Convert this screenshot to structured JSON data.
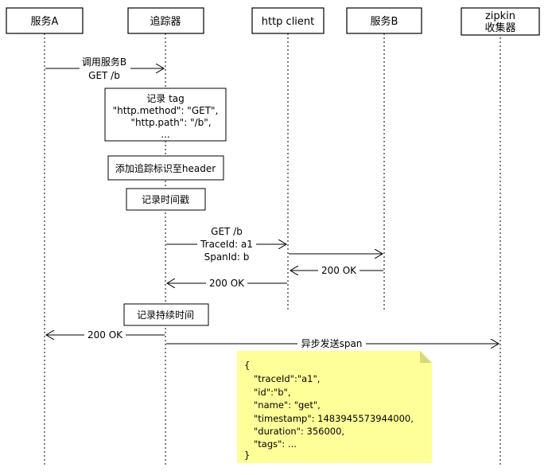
{
  "actors": {
    "service_a": "服务A",
    "tracer": "追踪器",
    "http_client": "http client",
    "service_b": "服务B",
    "zipkin_line1": "zipkin",
    "zipkin_line2": "收集器"
  },
  "messages": {
    "call_b_line1": "调用服务B",
    "call_b_line2": "GET /b",
    "http_req_line1": "GET /b",
    "http_req_line2": "TraceId: a1",
    "http_req_line3": "SpanId: b",
    "service_b_ok": "200 OK",
    "client_ok": "200 OK",
    "tracer_ok": "200 OK",
    "async_send": "异步发送span"
  },
  "notes": {
    "record_tag_line1": "记录 tag",
    "record_tag_line2": "\"http.method\": \"GET\",",
    "record_tag_line3": "\"http.path\": \"/b\",",
    "record_tag_line4": "...",
    "add_header": "添加追踪标识至header",
    "record_timestamp": "记录时间戳",
    "record_duration": "记录持续时间"
  },
  "span_json": [
    "{",
    "\"traceId\":\"a1\",",
    "\"id\":\"b\",",
    "\"name\": \"get\",",
    "\"timestamp\": 1483945573944000,",
    "\"duration\": 356000,",
    "\"tags\": ...",
    "}"
  ],
  "colors": {
    "sticky_note": "#ffff99",
    "line": "#000000"
  }
}
